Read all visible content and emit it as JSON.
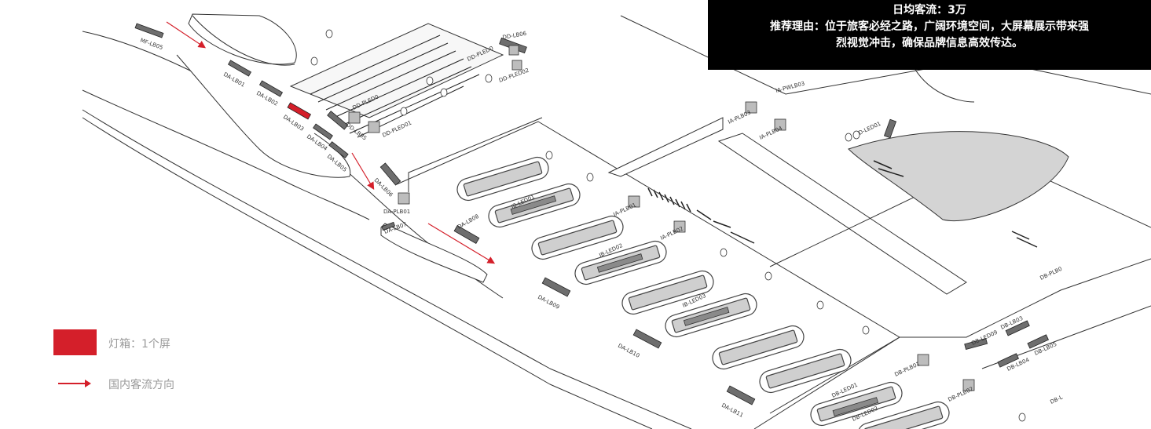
{
  "info": {
    "line1": "日均客流：3万",
    "line2": "推荐理由：位于旅客必经之路，广阔环境空间，大屏幕展示带来强",
    "line3": "烈视觉冲击，确保品牌信息高效传达。"
  },
  "legend": {
    "lightbox_label": "灯箱：1个屏",
    "flow_label": "国内客流方向"
  },
  "colors": {
    "highlight": "#d41f2a",
    "screen": "#6e6e6e",
    "floor": "#cfcfcf"
  },
  "labels": {
    "mf_lb05": "MF-LB05",
    "da_lb01": "DA-LB01",
    "da_lb02": "DA-LB02",
    "da_lb03": "DA-LB03",
    "da_lb04": "DA-LB04",
    "da_lb05": "DA-LB05",
    "dd_lb05": "DD-LB05",
    "dd_pled01": "DD-PLED01",
    "dd_pled": "DD-PLED0",
    "dd_lb06": "DD-LB06",
    "dd_pled02": "DD-PLED02",
    "dd_pled_top": "DD-PLED0",
    "da_lb06": "DA-LB06",
    "da_plb01": "DA-PLB01",
    "da_lb07": "DA-LB07",
    "da_lb08": "DA-LB08",
    "da_lb09": "DA-LB09",
    "da_lb10": "DA-LB10",
    "da_lb11": "DA-LB11",
    "ib_led01": "IB-LED01",
    "ib_led02": "IB-LED02",
    "ib_led03": "IB-LED03",
    "ia_plb01": "IA-PLB01",
    "ia_plb02": "IA-PLB02",
    "ia_plb03": "IA-PLB03",
    "ia_plb04": "IA-PLB04",
    "ia_pwlb03": "IA-PWLB03",
    "d_led01": "D-LED01",
    "db_led01": "DB-LED01",
    "db_led02": "DB-LED02",
    "db_plb01": "DB-PLB01",
    "db_plb02": "DB-PLB02",
    "db_led09": "DB-LED09",
    "db_lb03": "DB-LB03",
    "db_lb04": "DB-LB04",
    "db_lb05": "DB-LB05",
    "db_plb_r": "DB-PLB0",
    "db_l": "DB-L"
  }
}
